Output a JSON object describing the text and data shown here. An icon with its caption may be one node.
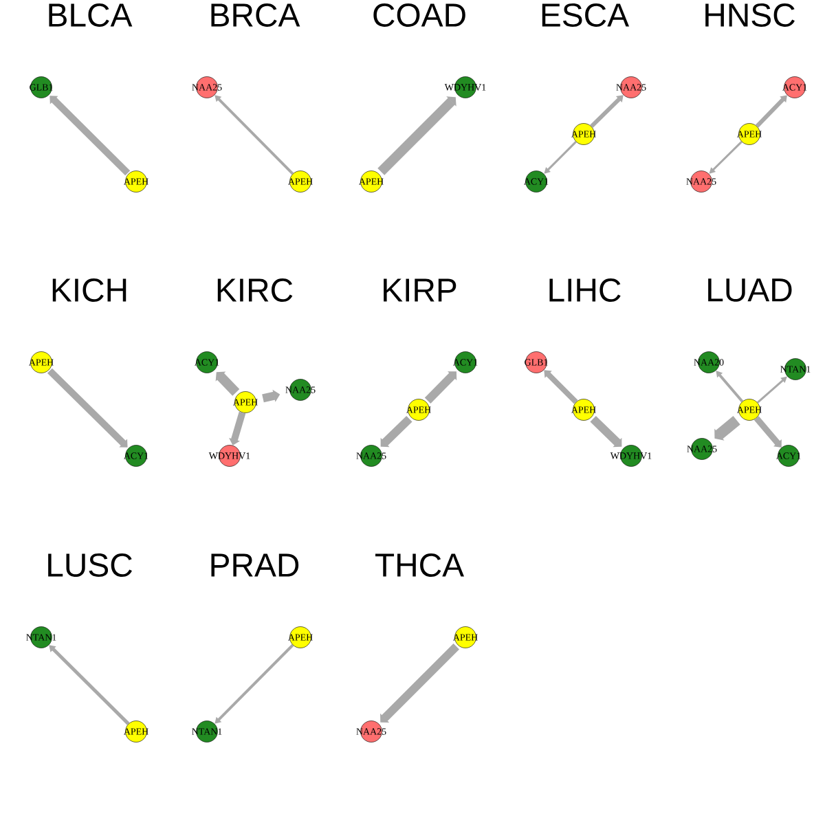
{
  "diagram": {
    "nodes": [
      {
        "text": [
          "GLB1"
        ]
      },
      {
        "text": [
          "APEH"
        ]
      },
      {
        "text": [
          "NAA25"
        ]
      },
      {
        "text": [
          "APEH"
        ]
      },
      {
        "text": [
          "WDYHV1"
        ]
      },
      {
        "text": [
          "APEH"
        ]
      },
      {
        "text": [
          "NAA25"
        ]
      },
      {
        "text": [
          "APEH"
        ]
      },
      {
        "text": [
          "ACY1"
        ]
      },
      {
        "text": [
          "ACY1"
        ]
      },
      {
        "text": [
          "APEH"
        ]
      },
      {
        "text": [
          "NAA25"
        ]
      },
      {
        "text": [
          "APEH"
        ]
      },
      {
        "text": [
          "ACY1"
        ]
      },
      {
        "text": [
          "ACY1"
        ]
      },
      {
        "text": [
          "NAA25"
        ]
      },
      {
        "text": [
          "APEH"
        ]
      },
      {
        "text": [
          "WDYHV1"
        ]
      },
      {
        "text": [
          "ACY1"
        ]
      },
      {
        "text": [
          "APEH"
        ]
      },
      {
        "text": [
          "NAA25"
        ]
      },
      {
        "text": [
          "GLB1"
        ]
      },
      {
        "text": [
          "APEH"
        ]
      },
      {
        "text": [
          "WDYHV1"
        ]
      },
      {
        "text": [
          "NAA20"
        ]
      },
      {
        "text": [
          "NTAN1"
        ]
      },
      {
        "text": [
          "APEH"
        ]
      },
      {
        "text": [
          "NAA25"
        ]
      },
      {
        "text": [
          "ACY1"
        ]
      },
      {
        "text": [
          "NTAN1"
        ]
      },
      {
        "text": [
          "APEH"
        ]
      },
      {
        "text": [
          "APEH"
        ]
      },
      {
        "text": [
          "NTAN1"
        ]
      },
      {
        "text": [
          "APEH"
        ]
      },
      {
        "text": [
          "NAA25"
        ]
      }
    ],
    "edges": [
      {
        "from": 1,
        "to": 0,
        "arrow": "to"
      },
      {
        "from": 3,
        "to": 2,
        "arrow": "to"
      },
      {
        "from": 5,
        "to": 4,
        "arrow": "to"
      },
      {
        "from": 7,
        "to": 6,
        "arrow": "to"
      },
      {
        "from": 7,
        "to": 8,
        "arrow": "to"
      },
      {
        "from": 10,
        "to": 9,
        "arrow": "to"
      },
      {
        "from": 10,
        "to": 11,
        "arrow": "to"
      },
      {
        "from": 12,
        "to": 13,
        "arrow": "to"
      },
      {
        "from": 16,
        "to": 14,
        "arrow": "to"
      },
      {
        "from": 16,
        "to": 15,
        "arrow": "to"
      },
      {
        "from": 16,
        "to": 17,
        "arrow": "to"
      },
      {
        "from": 19,
        "to": 18,
        "arrow": "to"
      },
      {
        "from": 19,
        "to": 20,
        "arrow": "to"
      },
      {
        "from": 22,
        "to": 21,
        "arrow": "to"
      },
      {
        "from": 22,
        "to": 23,
        "arrow": "to"
      },
      {
        "from": 26,
        "to": 24,
        "arrow": "to"
      },
      {
        "from": 26,
        "to": 25,
        "arrow": "to"
      },
      {
        "from": 26,
        "to": 27,
        "arrow": "to"
      },
      {
        "from": 26,
        "to": 28,
        "arrow": "to"
      },
      {
        "from": 30,
        "to": 29,
        "arrow": "to"
      },
      {
        "from": 31,
        "to": 32,
        "arrow": "to"
      },
      {
        "from": 33,
        "to": 34,
        "arrow": "to"
      }
    ],
    "labels": [
      "BLCA",
      "BRCA",
      "COAD",
      "ESCA",
      "HNSC",
      "KICH",
      "KIRC",
      "KIRP",
      "LIHC",
      "LUAD",
      "LUSC",
      "PRAD",
      "THCA"
    ]
  }
}
